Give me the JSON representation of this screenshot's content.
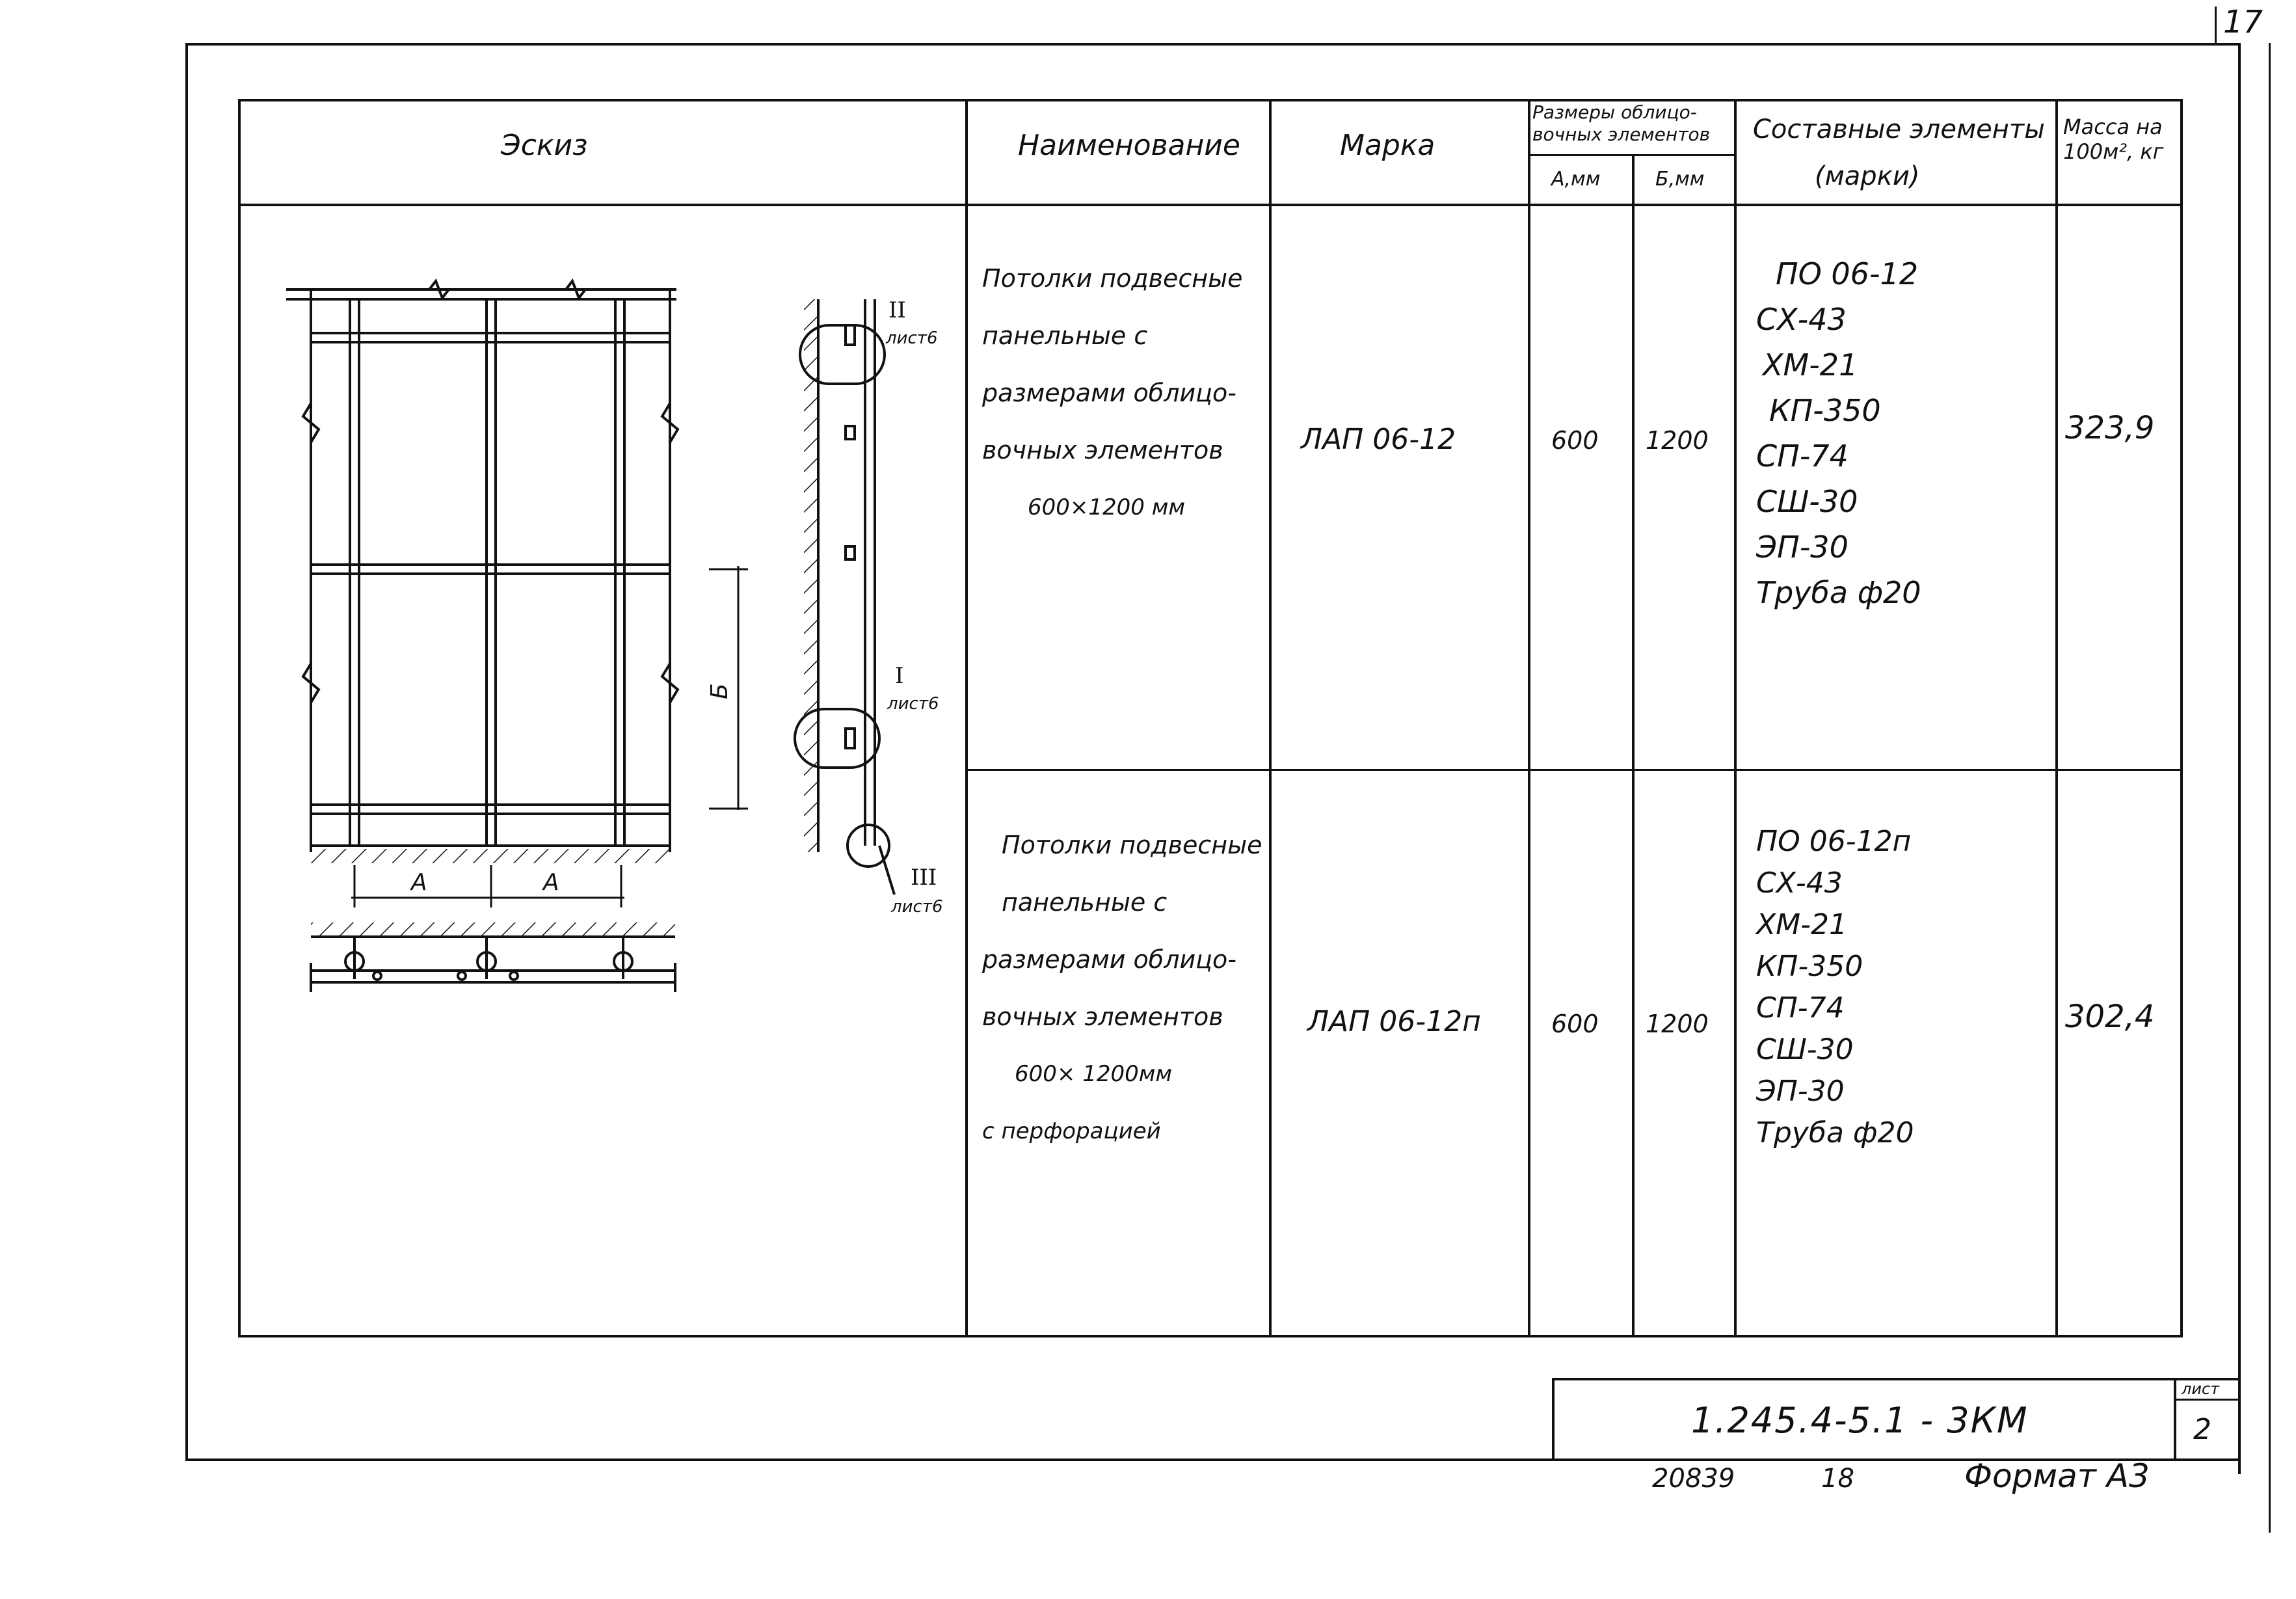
{
  "sheet_number_top": "17",
  "table": {
    "headers": {
      "sketch": "Эскиз",
      "name": "Наименование",
      "mark": "Марка",
      "dims_group": "Размеры облицо-вочных элементов",
      "dim_a": "А,мм",
      "dim_b": "Б,мм",
      "components": "Составные элементы",
      "components_sub": "(марки)",
      "mass": "Масса на 100м², кг"
    },
    "rows": [
      {
        "name_lines": [
          "Потолки подвесные",
          "панельные с",
          "размерами облицо-",
          "вочных элементов",
          "600×1200 мм"
        ],
        "mark": "ЛАП 06-12",
        "a": "600",
        "b": "1200",
        "components": [
          "ПО 06-12",
          "СХ-43",
          "ХМ-21",
          "КП-350",
          "СП-74",
          "СШ-30",
          "ЭП-30",
          "Труба ф20"
        ],
        "mass": "323,9"
      },
      {
        "name_lines": [
          "Потолки подвесные",
          "панельные с",
          "размерами облицо-",
          "вочных элементов",
          "600× 1200мм",
          "с перфорацией"
        ],
        "mark": "ЛАП 06-12п",
        "a": "600",
        "b": "1200",
        "components": [
          "ПО 06-12п",
          "СХ-43",
          "ХМ-21",
          "КП-350",
          "СП-74",
          "СШ-30",
          "ЭП-30",
          "Труба ф20"
        ],
        "mass": "302,4"
      }
    ]
  },
  "sketch_labels": {
    "callout_ii": "II",
    "callout_i": "I",
    "callout_iii": "III",
    "sheet_ref": "лист6",
    "dim_a": "А",
    "dim_b": "Б"
  },
  "title_block": {
    "code": "1.245.4-5.1 - 3КМ",
    "sheet_label": "лист",
    "sheet_no": "2"
  },
  "footer": {
    "num": "20839",
    "sub": "18",
    "format": "Формат А3"
  }
}
